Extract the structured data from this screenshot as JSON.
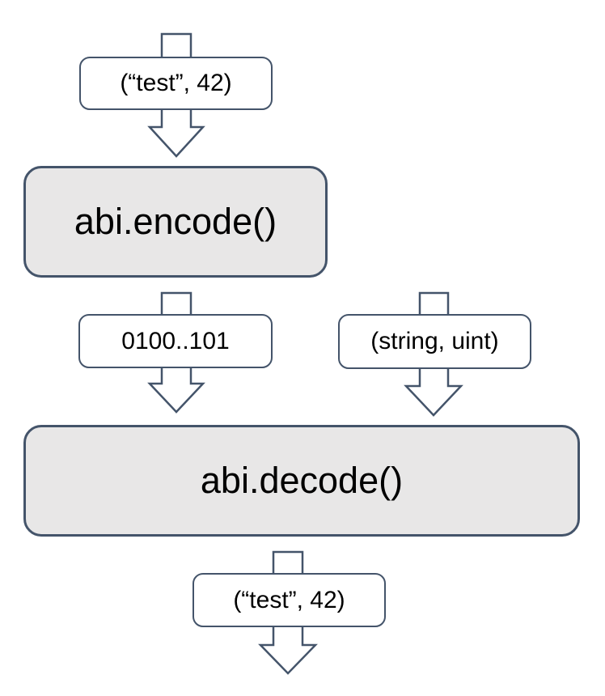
{
  "diagram": {
    "title": "abi encode decode flow",
    "colors": {
      "stroke": "#44546a",
      "process_fill": "#e8e7e7",
      "label_fill": "#ffffff",
      "text": "#000000",
      "background": "#ffffff"
    },
    "nodes": {
      "input": {
        "label": "(“test”, 42)"
      },
      "encode": {
        "label": "abi.encode()"
      },
      "encoded": {
        "label": "0100..101"
      },
      "types": {
        "label": "(string, uint)"
      },
      "decode": {
        "label": "abi.decode()"
      },
      "output": {
        "label": "(“test”, 42)"
      }
    },
    "arrows": [
      {
        "name": "arrow-input-to-encode",
        "from": "input",
        "to": "encode"
      },
      {
        "name": "arrow-encode-to-decode",
        "from": "encode",
        "to": "decode"
      },
      {
        "name": "arrow-types-to-decode",
        "from": "types",
        "to": "decode"
      },
      {
        "name": "arrow-decode-to-output",
        "from": "decode",
        "to": "output"
      }
    ]
  }
}
